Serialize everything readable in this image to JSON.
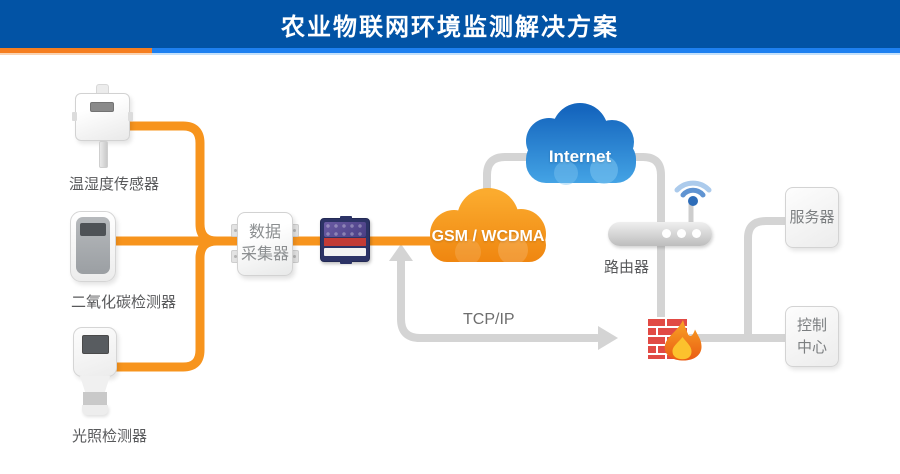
{
  "header": {
    "title": "农业物联网环境监测解决方案"
  },
  "sensors": [
    {
      "label": "温湿度传感器"
    },
    {
      "label": "二氧化碳检测器"
    },
    {
      "label": "光照检测器"
    }
  ],
  "collector": {
    "line1": "数据",
    "line2": "采集器"
  },
  "network": {
    "gsm_label": "GSM / WCDMA",
    "internet_label": "Internet",
    "router_label": "路由器",
    "protocol_label": "TCP/IP"
  },
  "endpoints": {
    "server_label": "服务器",
    "control_line1": "控制",
    "control_line2": "中心"
  },
  "colors": {
    "header_bar": "#0253A5",
    "stripe_orange": "#F57E20",
    "stripe_blue": "#1E80F0",
    "line_orange": "#F7941D",
    "line_gray": "#D4D4D4",
    "gsm_cloud_top": "#FBAB2E",
    "gsm_cloud_bottom": "#EF850F",
    "internet_cloud_top": "#1668C0",
    "internet_cloud_bottom": "#44A4E8",
    "firewall_brick": "#E14A44",
    "wifi_blue": "#2D6CB8",
    "label_text": "#58595B"
  }
}
